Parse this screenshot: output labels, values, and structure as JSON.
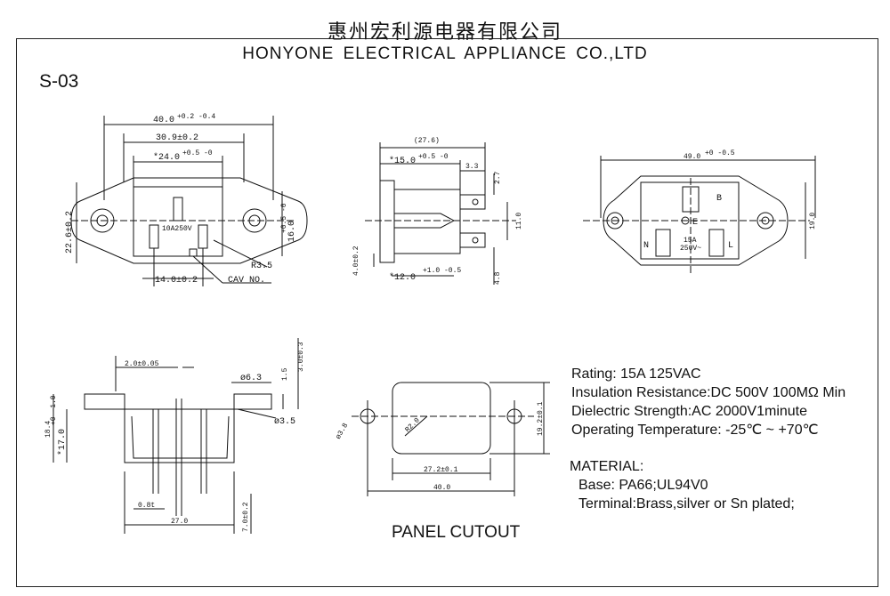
{
  "header": {
    "company_cn": "惠州宏利源电器有限公司",
    "company_en": "HONYONE  ELECTRICAL  APPLIANCE  CO.,LTD"
  },
  "model": "S-03",
  "front_view": {
    "dims": {
      "width_overall": "40.0",
      "width_overall_tol": "+0.2 -0.4",
      "width_body": "30.9±0.2",
      "width_inner": "*24.0",
      "width_inner_tol": "+0.5 -0",
      "height_overall": "22.6±0.2",
      "height_body": "16.0",
      "height_body_tol": "+0.5 -0",
      "pin_spacing": "14.0±0.2",
      "radius": "R3.5",
      "cav_label": "CAV NO.",
      "rating_mark": "10A250V"
    }
  },
  "side_view": {
    "dims": {
      "depth_ref": "(27.6)",
      "flange_depth": "*15.0",
      "flange_depth_tol": "+0.5 -0",
      "tab_w": "3.3",
      "tab_h": "2.7",
      "pin_gap": "11.0",
      "flange_thk": "4.0±0.2",
      "lower_depth": "*12.0",
      "lower_depth_tol": "+1.0 -0.5",
      "tab_spacing": "4.8"
    }
  },
  "rear_view": {
    "dims": {
      "width": "49.0",
      "width_tol": "+0 -0.5",
      "height": "19.0"
    },
    "labels": {
      "b": "B",
      "e": "E",
      "n": "N",
      "l": "L",
      "amp": "15A",
      "volt": "250V~"
    }
  },
  "section_view": {
    "dims": {
      "pin_thk": "2.0±0.05",
      "hole_d": "ø6.3",
      "hole_d2": "ø3.5",
      "h1": "1.5",
      "h2": "3.0±0.3",
      "total_h": "18.4",
      "body_h": "*17.0",
      "body_h_tol": "+0 -1.0",
      "tab_t": "0.8t",
      "width": "27.0",
      "pin_len": "7.0±0.2"
    }
  },
  "cutout": {
    "dims": {
      "hole": "ø3.8",
      "radius": "R2.0",
      "height": "19.2±0.1",
      "inner_w": "27.2±0.1",
      "outer_w": "40.0"
    },
    "label": "PANEL CUTOUT"
  },
  "specs": {
    "rating": "Rating: 15A 125VAC",
    "insulation": "Insulation Resistance:DC 500V 100MΩ  Min",
    "dielectric": "Dielectric Strength:AC 2000V1minute",
    "temperature": "Operating Temperature: -25℃ ~ +70℃"
  },
  "material": {
    "heading": "MATERIAL:",
    "base": "Base: PA66;UL94V0",
    "terminal": "Terminal:Brass,silver or Sn plated;"
  }
}
